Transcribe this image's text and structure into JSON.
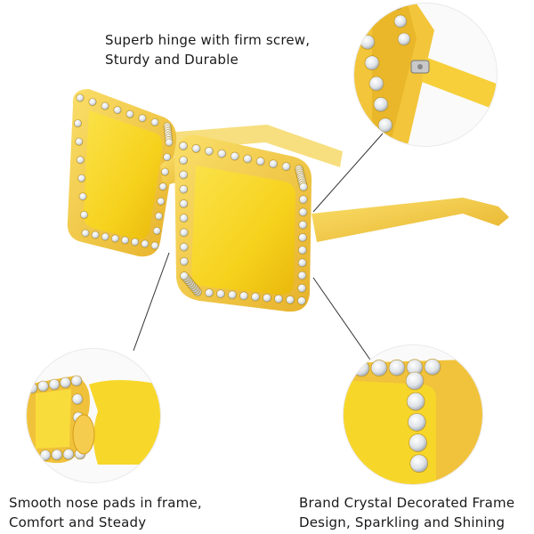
{
  "captions": {
    "hinge": [
      "Superb hinge with firm screw,",
      "Sturdy and Durable"
    ],
    "nose": [
      "Smooth nose pads in frame,",
      "Comfort and Steady"
    ],
    "crystal": [
      "Brand Crystal Decorated Frame",
      "Design, Sparkling and Shining"
    ]
  },
  "colors": {
    "lens": "#f7d62a",
    "frame": "#f3c640",
    "frame_dark": "#d9a21f",
    "crystal": "#eef0f2",
    "line": "#333333"
  }
}
